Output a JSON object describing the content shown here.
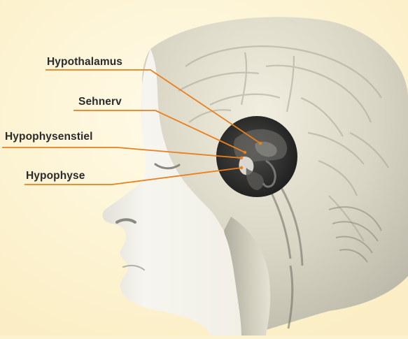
{
  "figure": {
    "labels": {
      "hypothalamus": "Hypothalamus",
      "sehnerv": "Sehnerv",
      "hypophysenstiel": "Hypophysenstiel",
      "hypophyse": "Hypophyse"
    }
  },
  "colors": {
    "background": "#fdf2cf",
    "leader_line": "#e8801f",
    "label_text": "#2b2b2b",
    "head_fill": "#f5f3e6",
    "mri_dark": "#2a2a2a"
  }
}
